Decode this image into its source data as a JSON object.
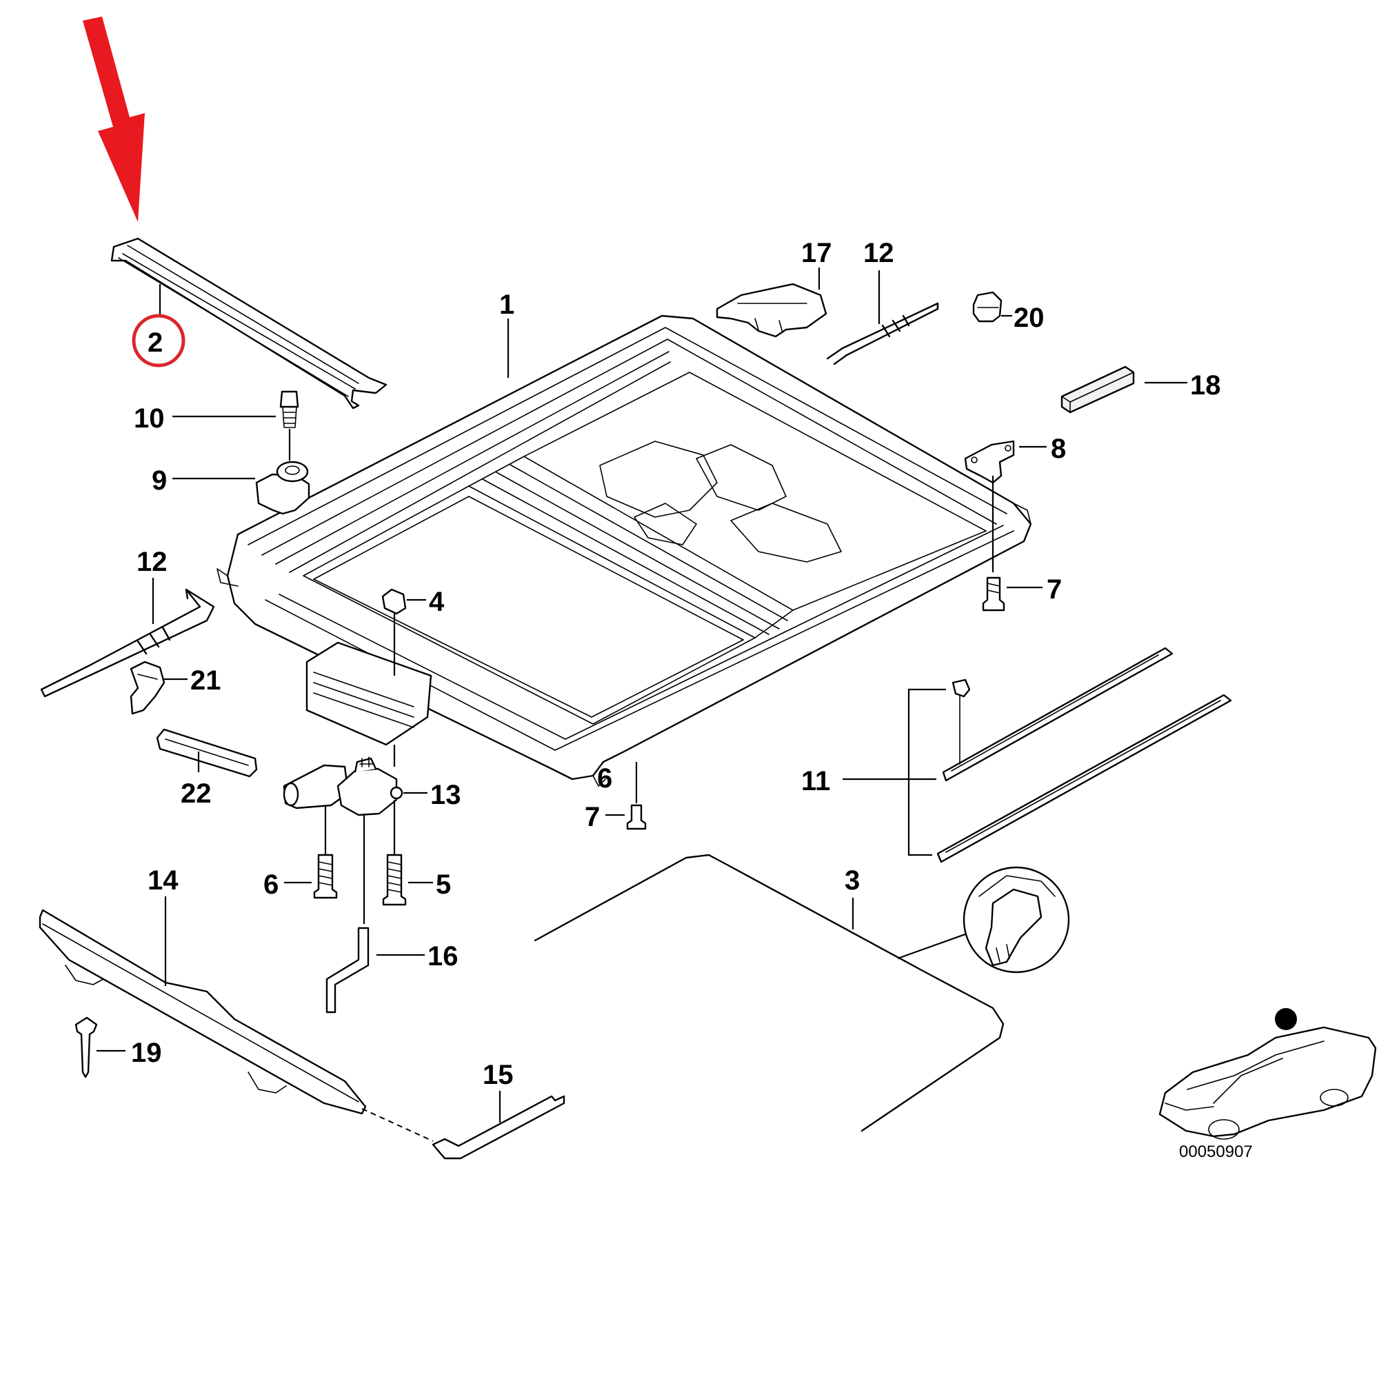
{
  "callouts": {
    "c1": "1",
    "c2": "2",
    "c3": "3",
    "c4": "4",
    "c5": "5",
    "c6a": "6",
    "c6b": "6",
    "c7a": "7",
    "c7b": "7",
    "c8": "8",
    "c9": "9",
    "c10": "10",
    "c11": "11",
    "c12a": "12",
    "c12b": "12",
    "c13": "13",
    "c14": "14",
    "c15": "15",
    "c16": "16",
    "c17": "17",
    "c18": "18",
    "c19": "19",
    "c20": "20",
    "c21": "21",
    "c22": "22"
  },
  "reference_code": "00050907",
  "highlight": {
    "part": "2",
    "arrow_color": "#e8191f",
    "circle_color": "#d9262c"
  }
}
